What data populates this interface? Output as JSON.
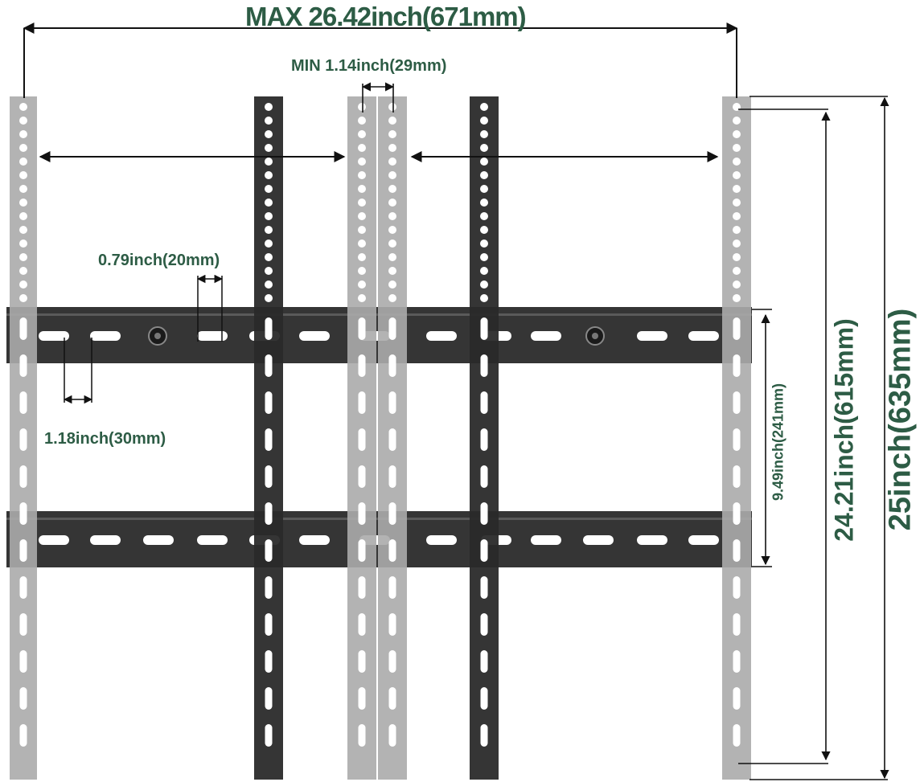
{
  "colors": {
    "label": "#2d5c45",
    "arrow": "#111111",
    "arm_gray": "#ababab",
    "arm_dark": "#2a2a2a",
    "rail": "#353535",
    "hole": "#ffffff"
  },
  "labels": {
    "max_width": "MAX 26.42inch(671mm)",
    "min_gap": "MIN 1.14inch(29mm)",
    "slot_height": "0.79inch(20mm)",
    "slot_width": "1.18inch(30mm)",
    "rail_span": "9.49inch(241mm)",
    "hole_span": "24.21inch(615mm)",
    "arm_length": "25inch(635mm)"
  }
}
